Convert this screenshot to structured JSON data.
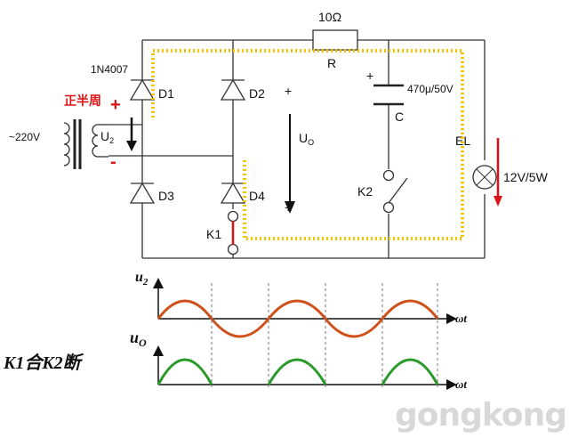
{
  "labels": {
    "resistor_value": "10Ω",
    "resistor_name": "R",
    "diode_model": "1N4007",
    "d1": "D1",
    "d2": "D2",
    "d3": "D3",
    "d4": "D4",
    "half_cycle": "正半周",
    "plus_sign": "+",
    "minus_sign": "-",
    "source": "~220V",
    "u2": "U",
    "u2_sub": "2",
    "uo": "U",
    "uo_sub": "O",
    "capacitor_plus": "+",
    "capacitor_rating": "470μ/50V",
    "capacitor_name": "C",
    "lamp_name": "EL",
    "lamp_rating": "12V/5W",
    "switch_k1": "K1",
    "switch_k2": "K2",
    "wave_u2": "u",
    "wave_u2_sub": "2",
    "wave_uo": "u",
    "wave_uo_sub": "O",
    "axis_wt": "ωt",
    "caption": "K1合K2断",
    "watermark": "gongkong"
  },
  "colors": {
    "current_path": "#f5c400",
    "u2_wave": "#d0501a",
    "uo_wave": "#2a9a2a",
    "arrow": "#d11111"
  }
}
